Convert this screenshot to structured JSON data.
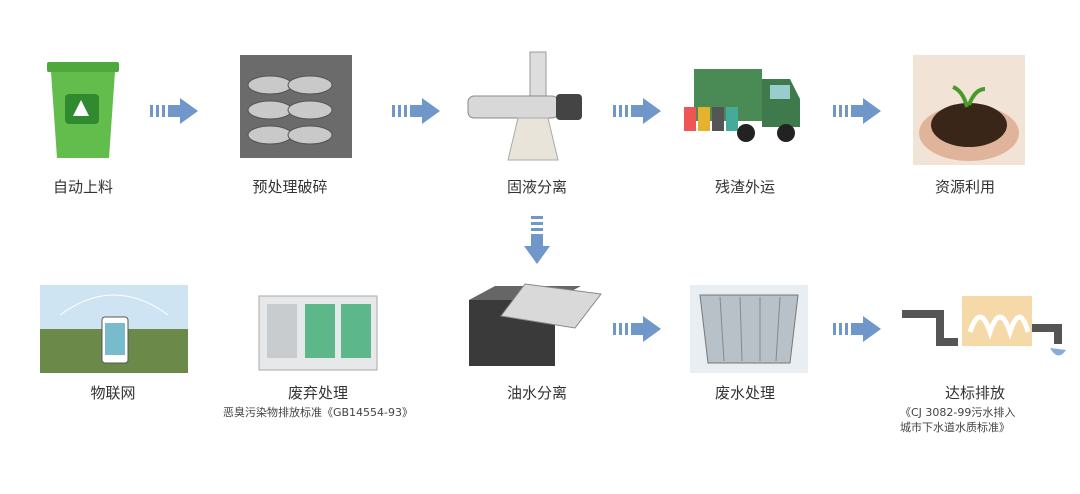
{
  "top_row": [
    {
      "label": "自动上料",
      "icon": "green-trash-bin"
    },
    {
      "label": "预处理破碎",
      "icon": "shredder-blades"
    },
    {
      "label": "固液分离",
      "icon": "screw-press-separator"
    },
    {
      "label": "残渣外运",
      "icon": "garbage-truck"
    },
    {
      "label": "资源利用",
      "icon": "hands-holding-soil"
    }
  ],
  "bottom_row": [
    {
      "label": "物联网",
      "icon": "iot-phone-farm"
    },
    {
      "label": "废弃处理",
      "note": "恶臭污染物排放标准《GB14554-93》",
      "icon": "deodorization-cabinet"
    },
    {
      "label": "油水分离",
      "icon": "oil-water-separator-tank"
    },
    {
      "label": "废水处理",
      "icon": "membrane-module"
    },
    {
      "label": "达标排放",
      "note_lines": [
        "《CJ 3082-99污水排入",
        "城市下水道水质标准》"
      ],
      "icon": "discharge-pipe"
    }
  ],
  "colors": {
    "arrow": "#6f97c9",
    "bin": "#5cb848",
    "text": "#333333"
  }
}
